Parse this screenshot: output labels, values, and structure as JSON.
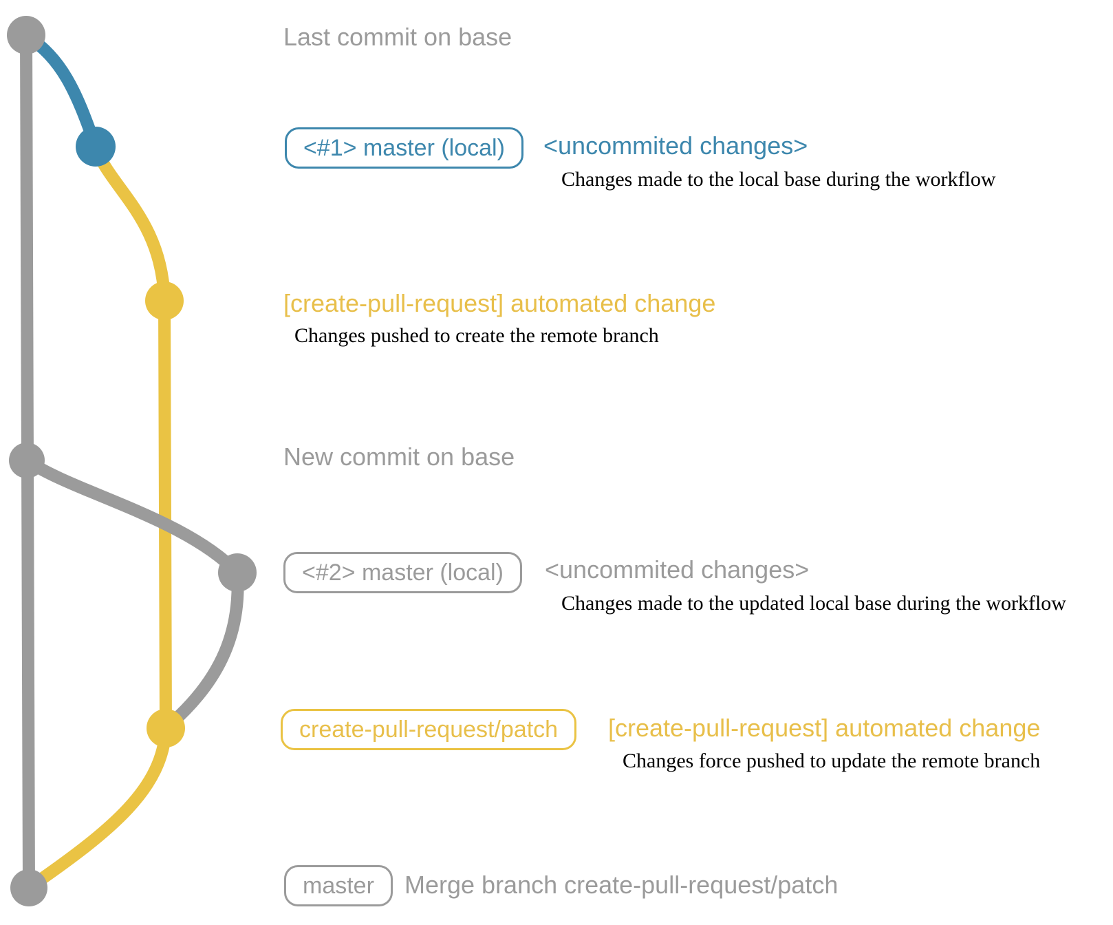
{
  "colors": {
    "gray": "#9b9b9b",
    "blue": "#3d87ad",
    "yellow": "#eac344",
    "yellow_text": "#e8bf4a",
    "desc": "#000000",
    "background": "#ffffff"
  },
  "labels": {
    "last_commit_on_base": "Last commit on base",
    "new_commit_on_base": "New commit on base",
    "uncommited_changes": "<uncommited changes>",
    "automated_change": "[create-pull-request] automated change",
    "merge_branch": "Merge branch create-pull-request/patch"
  },
  "badges": {
    "master_local_1": "<#1> master (local)",
    "master_local_2": "<#2> master (local)",
    "patch_branch": "create-pull-request/patch",
    "master": "master"
  },
  "descriptions": {
    "local_base": "Changes made to the local base during the workflow",
    "pushed_create": "Changes pushed to create the remote branch",
    "updated_local_base": "Changes made to the updated local base during the workflow",
    "force_pushed": "Changes force pushed to update the remote branch"
  }
}
